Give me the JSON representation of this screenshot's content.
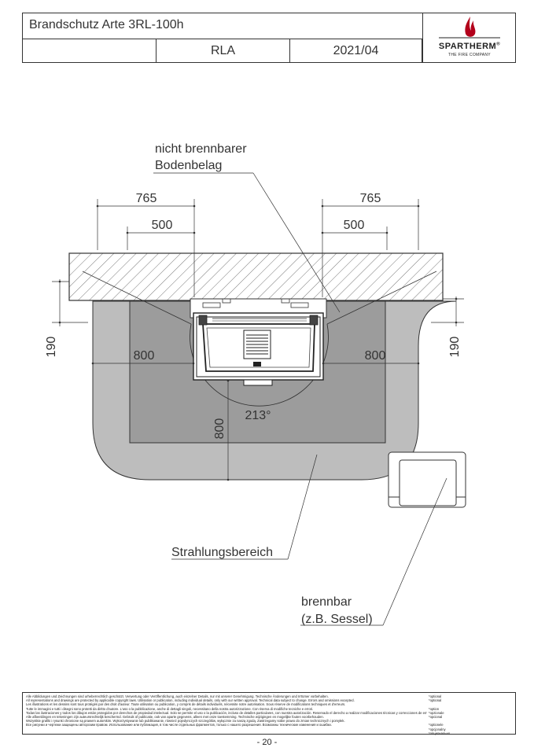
{
  "header": {
    "title": "Brandschutz Arte 3RL-100h",
    "model": "RLA",
    "date": "2021/04",
    "brand": "SPARTHERM",
    "brand_mark": "®",
    "brand_sub": "THE FIRE COMPANY"
  },
  "drawing": {
    "label_floor_line1": "nicht brennbarer",
    "label_floor_line2": "Bodenbelag",
    "dim_left_outer": "765",
    "dim_left_inner": "500",
    "dim_right_outer": "765",
    "dim_right_inner": "500",
    "dim_left_depth": "190",
    "dim_right_depth": "190",
    "dim_left_side": "800",
    "dim_right_side": "800",
    "dim_front": "800",
    "angle": "213°",
    "label_radiation": "Strahlungsbereich",
    "label_combustible_line1": "brennbar",
    "label_combustible_line2": "(z.B. Sessel)"
  },
  "footer": {
    "disclaimer_lines": [
      "Alle Abbildungen und Zeichnungen sind urheberrechtlich geschützt. Verwertung oder Veröffentlichung, auch einzelner Details, nur mit unserer Genehmigung. Technische Änderungen und Irrtümer vorbehalten.",
      "All representations and drawings are protected by applicable copyright laws. Utilisation or publication, including individual details, only with our written approval. Technical data subject to change. Errors and omissions excepted.",
      "Les illustrations et les dessins sont tous protégés par des droit d'auteur. Toute utilisation ou publication, y compris de détails individuels, nécessite notre autorisation. Sous réserve de modifications techniques et d'erreurs.",
      "Tutte le immagini e tutti i disegni sono protetti da diritto d'autore. L'uso o la pubblicazione, anche di dettagli singoli, necessitano della nostra autorizzazione. Con riserva di modifiche tecniche e errori.",
      "Todas las ilustraciones y todos los dibujos están protegidos por derechos de propiedad intelectual. Solo se permite el uso o la publicación, incluso de detalles particulares, con nuestra autorización. Reservado el derecho a realizar modificaciones técnicas y correcciones de errores.",
      "Alle afbeeldingen en tekeningen zijn auteursrechtelijk beschermd. Gebruik of publicatie, ook van aparte gegevens, alleen met onze toestemming. Technische wijzigingen en mogelijke fouten voorbehouden.",
      "Wszystkie grafiki i rysunki chronione są prawem autorskim. Wykorzystywanie lub publikowanie, również pojedynczych szczegółów, wyłącznie za naszą zgodą. Zastrzegamy sobie prawo do zmian technicznych i pomyłek.",
      "Все рисунки и чертежи защищены авторским правом. Использование или публикация, в том числе отдельных фрагментов, только с нашего разрешения. Возможны технические изменения и ошибки."
    ],
    "optional_lines": [
      "*optional",
      "*optional",
      "",
      "*option",
      "*opzionale",
      "*opcional",
      "",
      "*optionele",
      "*opcjonalny",
      "*опционально"
    ],
    "page_number": "- 20 -"
  }
}
